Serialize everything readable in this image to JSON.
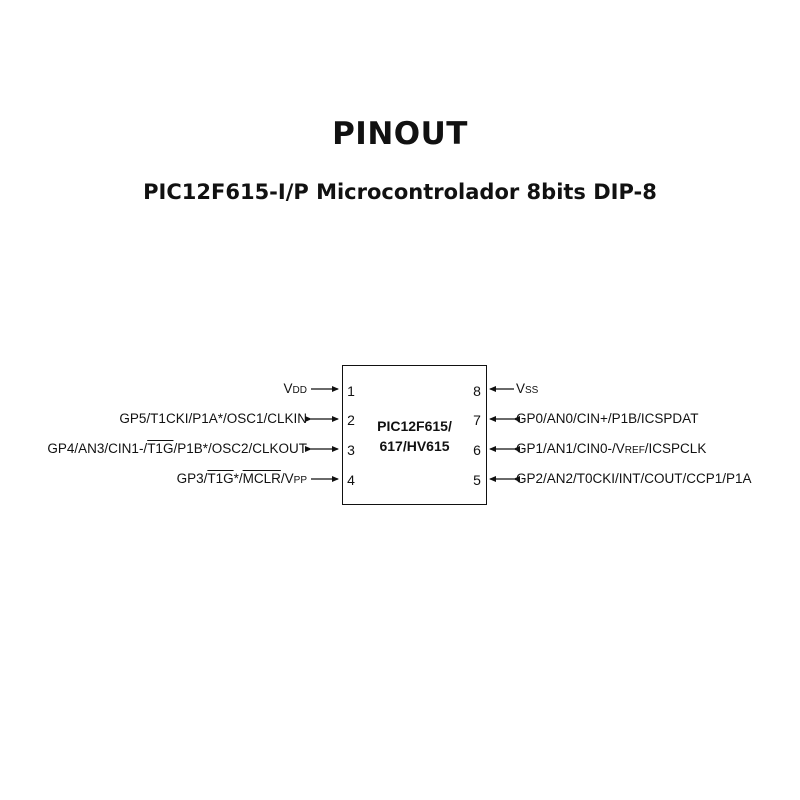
{
  "title": "PINOUT",
  "subtitle": "PIC12F615-I/P Microcontrolador 8bits DIP-8",
  "chip": {
    "label_line1": "PIC12F615/",
    "label_line2": "617/HV615"
  },
  "pins": {
    "p1": {
      "num": "1",
      "v": "V",
      "v_sub": "DD"
    },
    "p2": {
      "num": "2",
      "text": "GP5/T1CKI/P1A*/OSC1/CLKIN"
    },
    "p3": {
      "num": "3",
      "a": "GP4/AN3/CIN1-/",
      "b": "T1G",
      "c": "/P1B*/OSC2/CLKOUT"
    },
    "p4": {
      "num": "4",
      "a": "GP3/",
      "b": "T1G",
      "c": "*/",
      "d": "MCLR",
      "e": "/V",
      "e_sub": "PP"
    },
    "p5": {
      "num": "5",
      "text": "GP2/AN2/T0CKI/INT/COUT/CCP1/P1A"
    },
    "p6": {
      "num": "6",
      "a": "GP1/AN1/CIN0-/V",
      "a_sub": "REF",
      "b": "/ICSPCLK"
    },
    "p7": {
      "num": "7",
      "text": "GP0/AN0/CIN+/P1B/ICSPDAT"
    },
    "p8": {
      "num": "8",
      "v": "V",
      "v_sub": "SS"
    }
  }
}
